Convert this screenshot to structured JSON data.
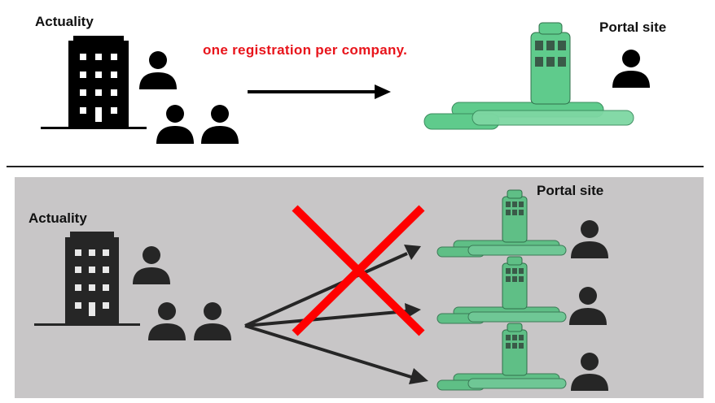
{
  "top": {
    "left_label": "Actuality",
    "right_label": "Portal site",
    "note": "one registration per company.",
    "note_color": "#e8141b"
  },
  "bottom": {
    "left_label": "Actuality",
    "right_label": "Portal site",
    "panel_color": "#c8c6c7",
    "cross_color": "#ff0000"
  },
  "colors": {
    "portal_green": "#5fcb8c",
    "portal_green_dark": "#4aa870",
    "icon_black": "#000000",
    "icon_dark": "#262626"
  },
  "icons": [
    "office-building-icon",
    "person-icon",
    "portal-tower-icon",
    "arrow-icon",
    "cross-mark-icon"
  ]
}
